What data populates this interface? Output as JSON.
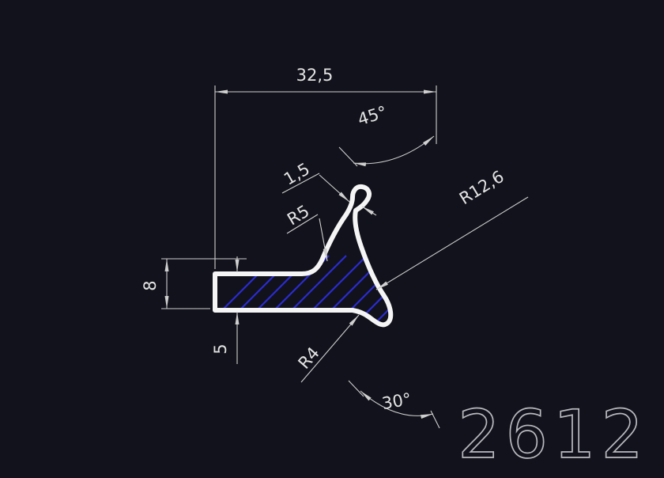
{
  "drawing": {
    "part_number": "2612",
    "dims": {
      "top_width": "32,5",
      "top_angle": "45°",
      "wall_thickness": "1,5",
      "fillet_r5": "R5",
      "radius_big": "R12,6",
      "height_left": "8",
      "thickness_bottom": "5",
      "fillet_r4": "R4",
      "bottom_angle": "30°"
    },
    "colors": {
      "background": "#11121b",
      "profile_outline": "#f5f5f5",
      "hatch": "#2b2bd0",
      "dimension_lines": "#cfcfcf",
      "dimension_text": "#e4e4e4",
      "part_number_text": "#b9b9bf"
    }
  }
}
